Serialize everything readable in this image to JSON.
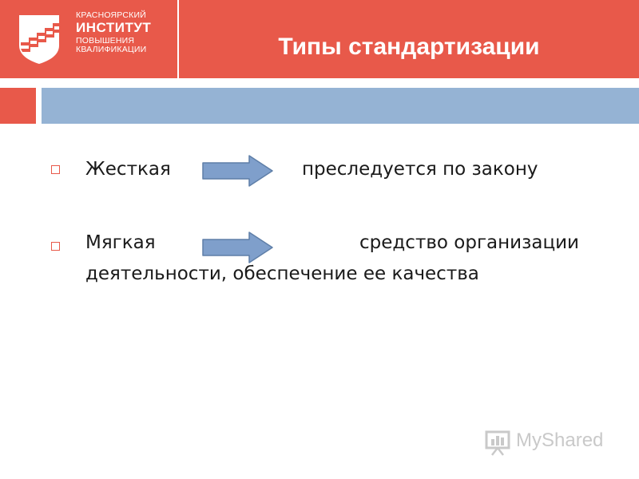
{
  "header": {
    "logo_lines": [
      "КРАСНОЯРСКИЙ",
      "ИНСТИТУТ",
      "ПОВЫШЕНИЯ",
      "КВАЛИФИКАЦИИ"
    ],
    "title": "Типы стандартизации"
  },
  "content": {
    "items": [
      {
        "label": "Жесткая",
        "description": "преследуется по закону"
      },
      {
        "label": "Мягкая",
        "description_line1": "средство организации",
        "description_line2": "деятельности, обеспечение ее качества"
      }
    ]
  },
  "watermark": {
    "text": "MyShared"
  },
  "colors": {
    "brand_red": "#e8594a",
    "band_blue": "#95b3d4",
    "arrow_fill": "#7f9fcb",
    "arrow_stroke": "#5f7fa8"
  }
}
